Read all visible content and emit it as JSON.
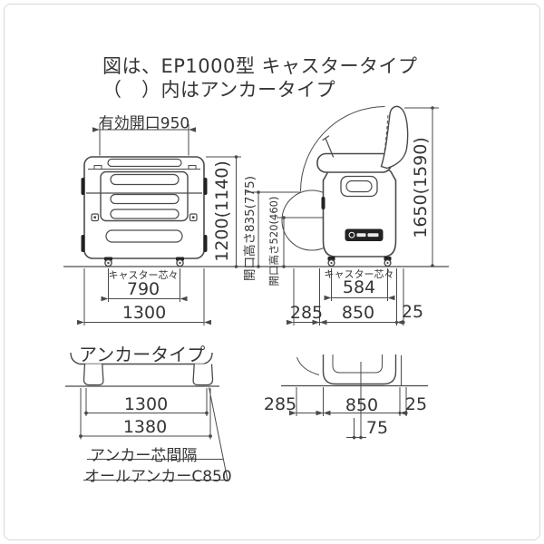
{
  "title": {
    "line1": "図は、EP1000型 キャスタータイプ",
    "line2": "（　）内はアンカータイプ"
  },
  "caster_type": {
    "front_view": {
      "effective_opening_width": "有効開口950",
      "overall_height": "1200(1140)",
      "opening_height_upper": "開口高さ835(775)",
      "opening_height_lower": "開口高さ520(460)",
      "caster_pitch_label": "キャスター芯々",
      "caster_pitch": "790",
      "overall_width": "1300"
    },
    "side_view": {
      "overall_height": "1650(1590)",
      "caster_pitch_label": "キャスター芯々",
      "caster_pitch": "584",
      "rear_clearance": "285",
      "depth": "850",
      "front_clearance": "25"
    }
  },
  "anchor_type": {
    "heading": "アンカータイプ",
    "front_view": {
      "width": "1300",
      "anchor_span": "1380",
      "note_line1": "アンカー芯間隔",
      "note_line2": "オールアンカーC850"
    },
    "side_view": {
      "rear_clearance": "285",
      "depth": "850",
      "front_clearance": "25",
      "anchor_offset": "75"
    }
  },
  "colors": {
    "line": "#4a4a4a",
    "text": "#353535",
    "plate": "#222222",
    "border": "#d8d8d8",
    "background": "#ffffff"
  }
}
